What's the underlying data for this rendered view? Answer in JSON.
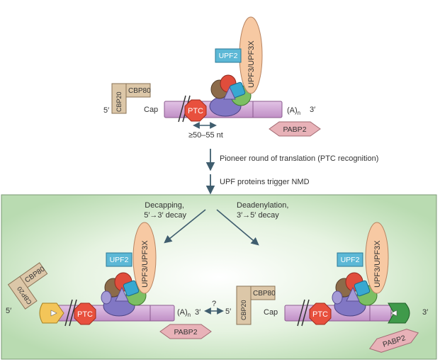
{
  "top_complex": {
    "upf2": "UPF2",
    "upf3": "UPF3/UPF3X",
    "cbp80": "CBP80",
    "cbp20": "CBP20",
    "five_prime": "5′",
    "cap": "Cap",
    "ptc": "PTC",
    "polya": "(A)",
    "polya_sub": "n",
    "three_prime": "3′",
    "pabp2": "PABP2",
    "distance": "≥50–55 nt"
  },
  "steps": [
    {
      "text": "Pioneer round of translation (PTC recognition)"
    },
    {
      "text": "UPF proteins trigger NMD"
    }
  ],
  "box": {
    "background": "#c2e0bb",
    "left_pathway": [
      "Decapping,",
      "5′→3′ decay"
    ],
    "right_pathway": [
      "Deadenylation,",
      "3′→5′ decay"
    ]
  },
  "left_complex": {
    "upf2": "UPF2",
    "upf3": "UPF3/UPF3X",
    "cbp80": "CBP80",
    "cbp20": "CBP20",
    "five_prime": "5′",
    "ptc": "PTC",
    "polya": "(A)",
    "polya_sub": "n",
    "three_prime": "3′",
    "pabp2": "PABP2"
  },
  "middle": {
    "question": "?",
    "five_prime": "5′"
  },
  "right_complex": {
    "upf2": "UPF2",
    "upf3": "UPF3/UPF3X",
    "cbp80": "CBP80",
    "cbp20": "CBP20",
    "cap": "Cap",
    "ptc": "PTC",
    "three_prime": "3′",
    "pabp2": "PABP2"
  },
  "colors": {
    "mrna": "#cfa6d3",
    "mrna_stroke": "#8a5a8e",
    "ptc": "#e8503d",
    "upf2": "#5cb8d6",
    "upf3": "#f7c9a3",
    "cbp": "#dcc7a8",
    "pabp": "#e8b2b8",
    "arrow": "#3f5d6e"
  }
}
